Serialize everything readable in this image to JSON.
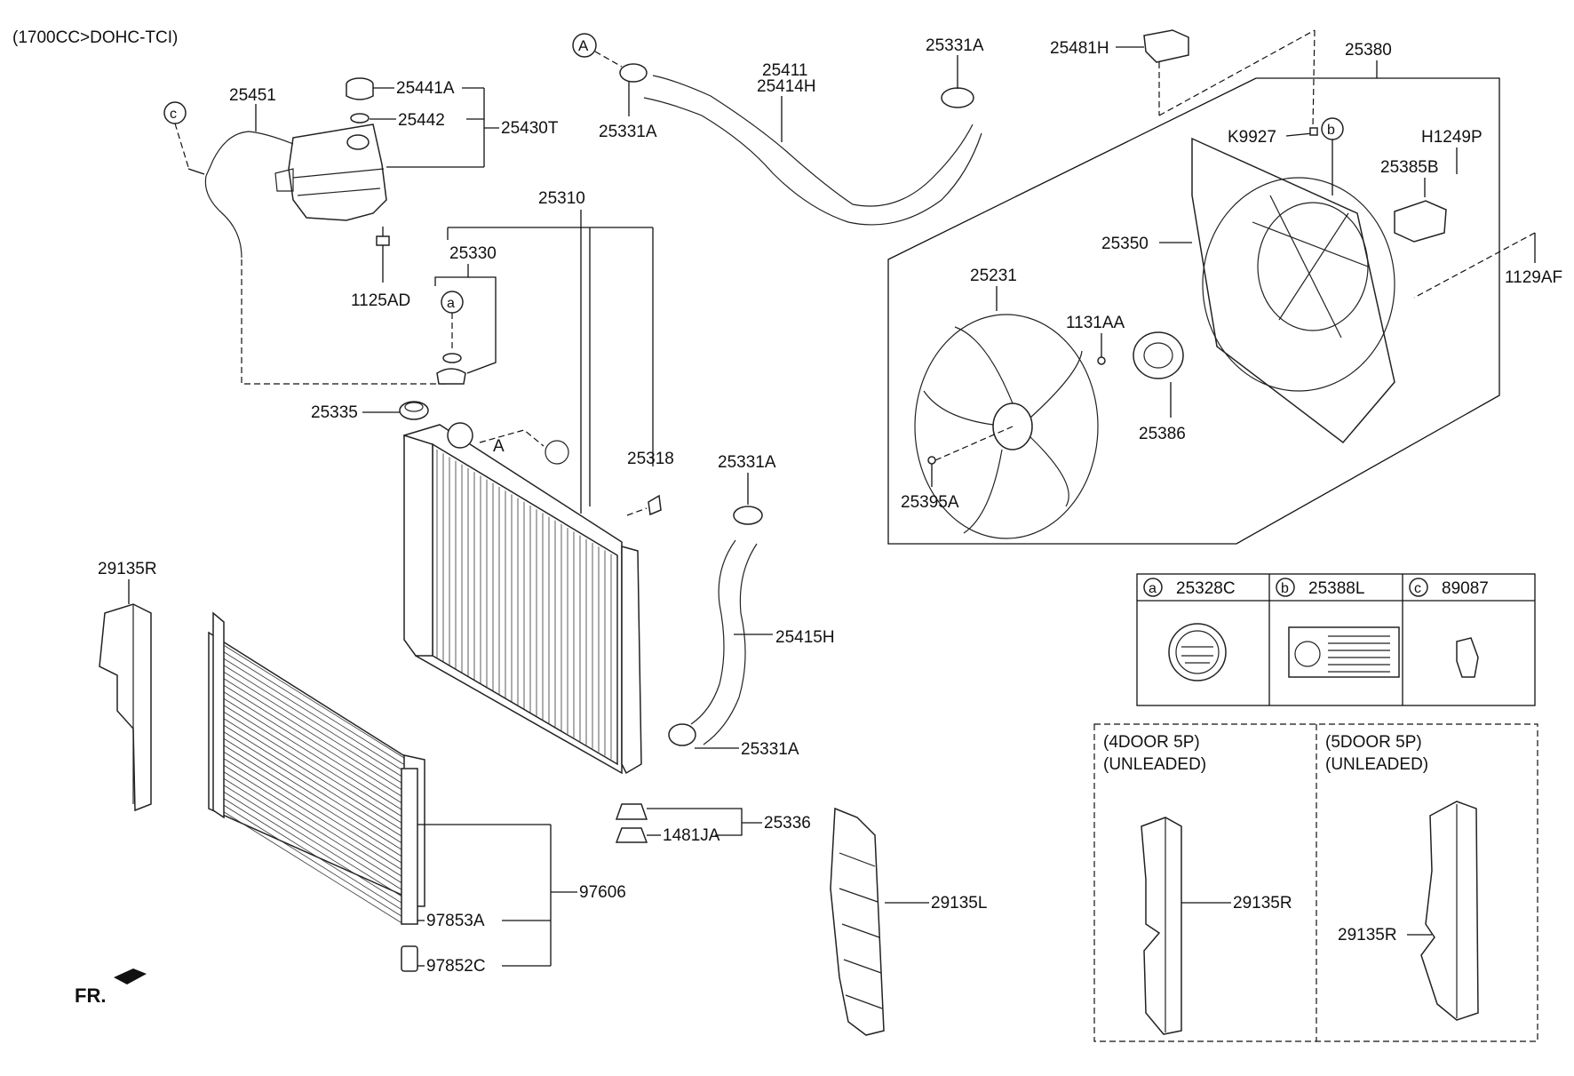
{
  "diagram": {
    "engine_note": "(1700CC>DOHC-TCI)",
    "front_indicator": "FR.",
    "parts": {
      "p25451": "25451",
      "p25441A": "25441A",
      "p25442": "25442",
      "p25430T": "25430T",
      "p1125AD": "1125AD",
      "p25310": "25310",
      "p25330": "25330",
      "p25335": "25335",
      "p25318": "25318",
      "p25411": "25411",
      "p25414H": "25414H",
      "p25331A_a": "25331A",
      "p25331A_b": "25331A",
      "p25331A_c": "25331A",
      "p25331A_d": "25331A",
      "p25415H": "25415H",
      "p25336": "25336",
      "p1481JA": "1481JA",
      "p29135R_left": "29135R",
      "p97606": "97606",
      "p97853A": "97853A",
      "p97852C": "97852C",
      "p29135L": "29135L",
      "p25481H": "25481H",
      "p25380": "25380",
      "pK9927": "K9927",
      "pH1249P": "H1249P",
      "p25385B": "25385B",
      "p25350": "25350",
      "p1129AF": "1129AF",
      "p25231": "25231",
      "p1131AA": "1131AA",
      "p25386": "25386",
      "p25395A": "25395A"
    },
    "callouts": {
      "a": "a",
      "b": "b",
      "c": "c",
      "A": "A"
    },
    "legend_table": [
      {
        "letter": "a",
        "part": "25328C"
      },
      {
        "letter": "b",
        "part": "25388L"
      },
      {
        "letter": "c",
        "part": "89087"
      }
    ],
    "variants": [
      {
        "line1": "(4DOOR 5P)",
        "line2": "(UNLEADED)",
        "part": "29135R"
      },
      {
        "line1": "(5DOOR 5P)",
        "line2": "(UNLEADED)",
        "part": "29135R"
      }
    ]
  }
}
